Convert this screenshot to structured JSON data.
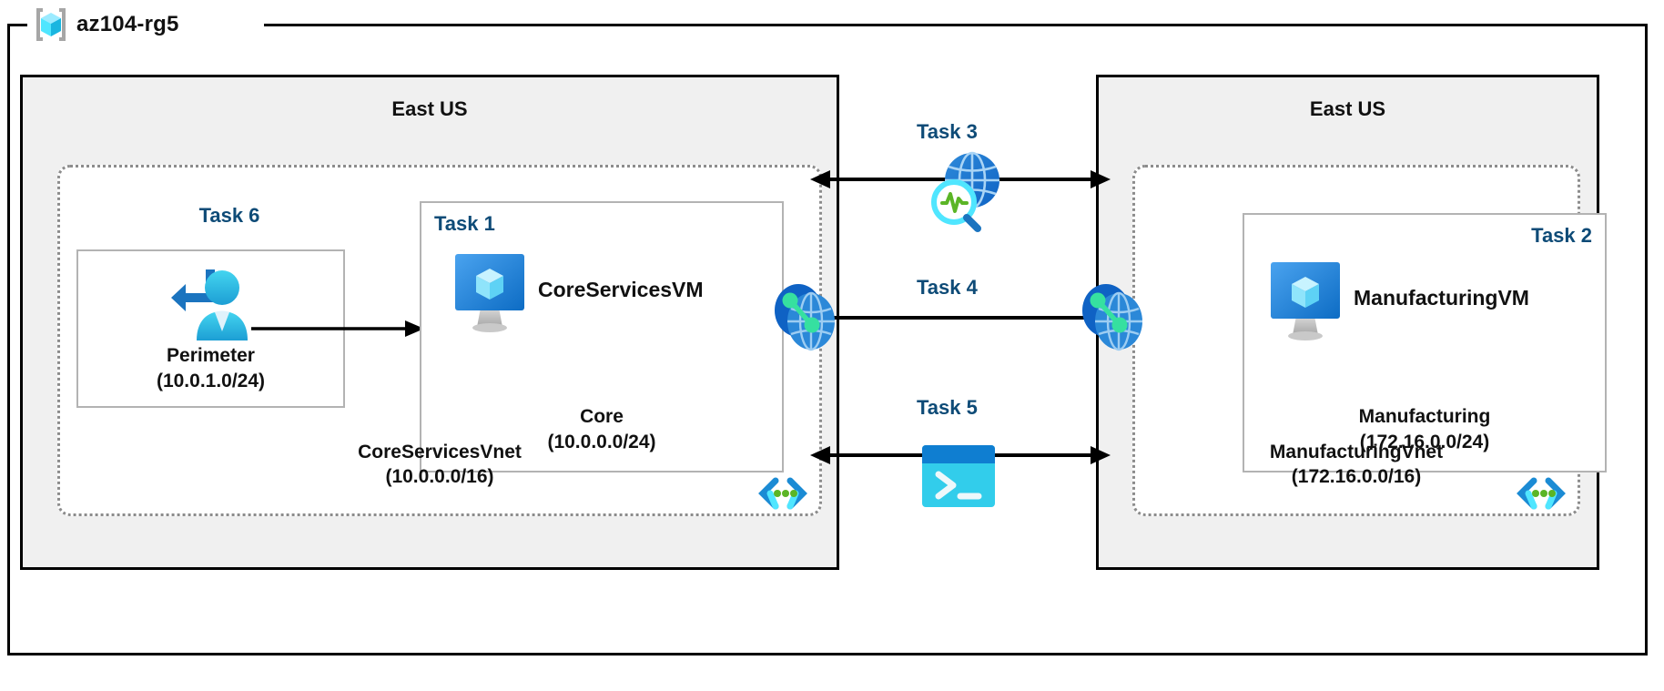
{
  "resource_group": {
    "name": "az104-rg5",
    "icon": "azure-resource-group-icon"
  },
  "regions": [
    {
      "id": "left",
      "title": "East US"
    },
    {
      "id": "right",
      "title": "East US"
    }
  ],
  "vnets": [
    {
      "id": "core",
      "name": "CoreServicesVnet",
      "cidr": "(10.0.0.0/16)",
      "icon": "subnet-brackets-icon"
    },
    {
      "id": "manufacturing",
      "name": "ManufacturingVnet",
      "cidr": "(172.16.0.0/16)",
      "icon": "subnet-brackets-icon"
    }
  ],
  "subnets": [
    {
      "id": "perimeter",
      "task": "Task 6",
      "task_align": "center",
      "name": "Perimeter",
      "cidr": "(10.0.1.0/24)",
      "icon": "user-inbound-icon"
    },
    {
      "id": "core",
      "task": "Task 1",
      "task_align": "left",
      "name": "Core",
      "cidr": "(10.0.0.0/24)",
      "vm": "CoreServicesVM",
      "icon": "virtual-machine-icon"
    },
    {
      "id": "manufacturing",
      "task": "Task 2",
      "task_align": "right",
      "name": "Manufacturing",
      "cidr": "(172.16.0.0/24)",
      "vm": "ManufacturingVM",
      "icon": "virtual-machine-icon"
    }
  ],
  "connectors": [
    {
      "id": "task3",
      "label": "Task 3",
      "icon": "network-watcher-icon",
      "arrow": "double"
    },
    {
      "id": "task4",
      "label": "Task 4",
      "icon": "vnet-peering-icon",
      "arrow": "double"
    },
    {
      "id": "task5",
      "label": "Task 5",
      "icon": "cloud-shell-icon",
      "arrow": "double"
    }
  ],
  "internet": {
    "icon": "globe-internet-icon",
    "arrow": "down"
  },
  "colors": {
    "task_label": "#0e4b77",
    "region_fill": "#f0f0f0",
    "border": "#000000",
    "vnet_border": "#8c8c8c",
    "subnet_border": "#b3b3b3",
    "azure_blue": "#0078d4",
    "azure_cyan": "#50e6ff",
    "accent_green": "#5bb526"
  }
}
